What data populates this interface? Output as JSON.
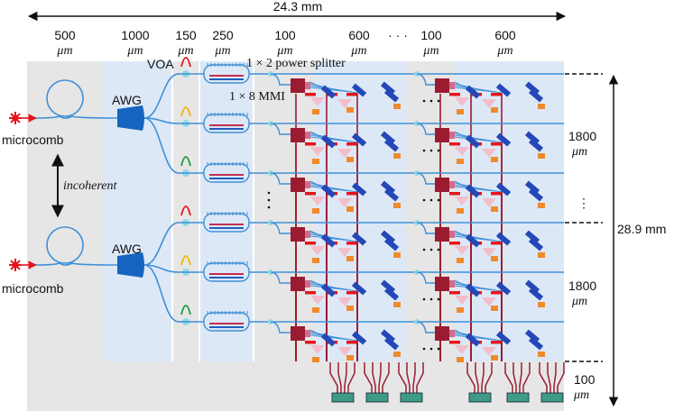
{
  "dimensions": {
    "total_width": "24.3 mm",
    "total_height": "28.9 mm",
    "row_pitch": "1800",
    "bottom_strip": "100",
    "unit": "μm"
  },
  "column_widths": [
    {
      "value": "500",
      "unit": "μm"
    },
    {
      "value": "1000",
      "unit": "μm"
    },
    {
      "value": "150",
      "unit": "μm"
    },
    {
      "value": "250",
      "unit": "μm"
    },
    {
      "value": "100",
      "unit": "μm"
    },
    {
      "value": "600",
      "unit": "μm"
    },
    {
      "value": "100",
      "unit": "μm"
    },
    {
      "value": "600",
      "unit": "μm"
    }
  ],
  "labels": {
    "source": "microcomb",
    "demux": "AWG",
    "attenuator": "VOA",
    "splitter": "1 × 2 power splitter",
    "mmi": "1 × 8 MMI",
    "relation": "incoherent",
    "ellipsis_h": "· · ·",
    "ellipsis_v": "⋮"
  },
  "colors": {
    "background_gray": "#e6e6e6",
    "background_blue": "#dde8f7",
    "waveguide": "#3f8fd6",
    "electrode": "#9b1c30",
    "pad": "#3f9a86",
    "laser": "#e8141c",
    "phase_shifter": "#2448b8",
    "detector": "#f08a2a",
    "filter_red": "#e8141c",
    "filter_yellow": "#f0b400",
    "filter_green": "#1f9a3c"
  },
  "icons": [
    "laser-star-icon",
    "ring-resonator-icon",
    "awg-icon",
    "spectrum-peak-icon",
    "grating-icon",
    "mmi-block-icon",
    "phase-shifter-icon",
    "detector-icon",
    "bond-pad-icon"
  ]
}
